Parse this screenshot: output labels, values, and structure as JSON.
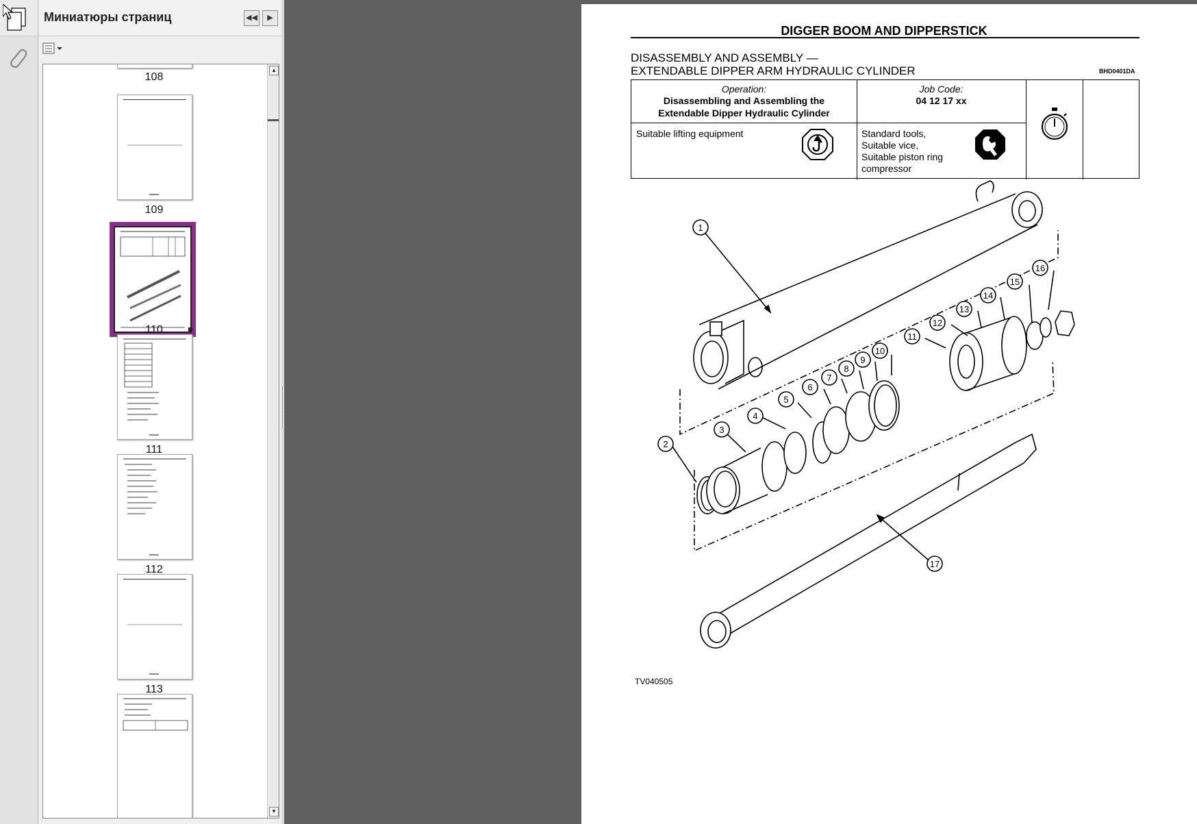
{
  "panel": {
    "title": "Миниатюры страниц",
    "nav_first": "◀◀",
    "nav_next": "▶",
    "options_icon": "thumbnail-options-icon"
  },
  "rail": {
    "icons": [
      "pages-icon",
      "attachment-icon"
    ]
  },
  "thumbnails": [
    {
      "page": "108",
      "selected": false
    },
    {
      "page": "109",
      "selected": false
    },
    {
      "page": "110",
      "selected": true
    },
    {
      "page": "111",
      "selected": false
    },
    {
      "page": "112",
      "selected": false
    },
    {
      "page": "113",
      "selected": false
    },
    {
      "page": "",
      "selected": false
    }
  ],
  "colors": {
    "selection": "#8b2d8b",
    "canvas": "#5f5f5f"
  },
  "document": {
    "heading": "DIGGER BOOM AND DIPPERSTICK",
    "subtitle_line1": "DISASSEMBLY AND ASSEMBLY —",
    "subtitle_line2": "EXTENDABLE DIPPER ARM HYDRAULIC CYLINDER",
    "code": "BHD0401DA",
    "operation_label": "Operation:",
    "operation_line1": "Disassembling and Assembling the",
    "operation_line2": "Extendable Dipper Hydraulic Cylinder",
    "job_code_label": "Job Code:",
    "job_code": "04 12 17 xx",
    "lifting_equipment": "Suitable lifting equipment",
    "tools_line1": "Standard tools,",
    "tools_line2": "Suitable vice,",
    "tools_line3": "Suitable piston ring",
    "tools_line4": "compressor",
    "figure_ref": "TV040505",
    "callouts": [
      "1",
      "2",
      "3",
      "4",
      "5",
      "6",
      "7",
      "8",
      "9",
      "10",
      "11",
      "12",
      "13",
      "14",
      "15",
      "16",
      "17"
    ]
  }
}
